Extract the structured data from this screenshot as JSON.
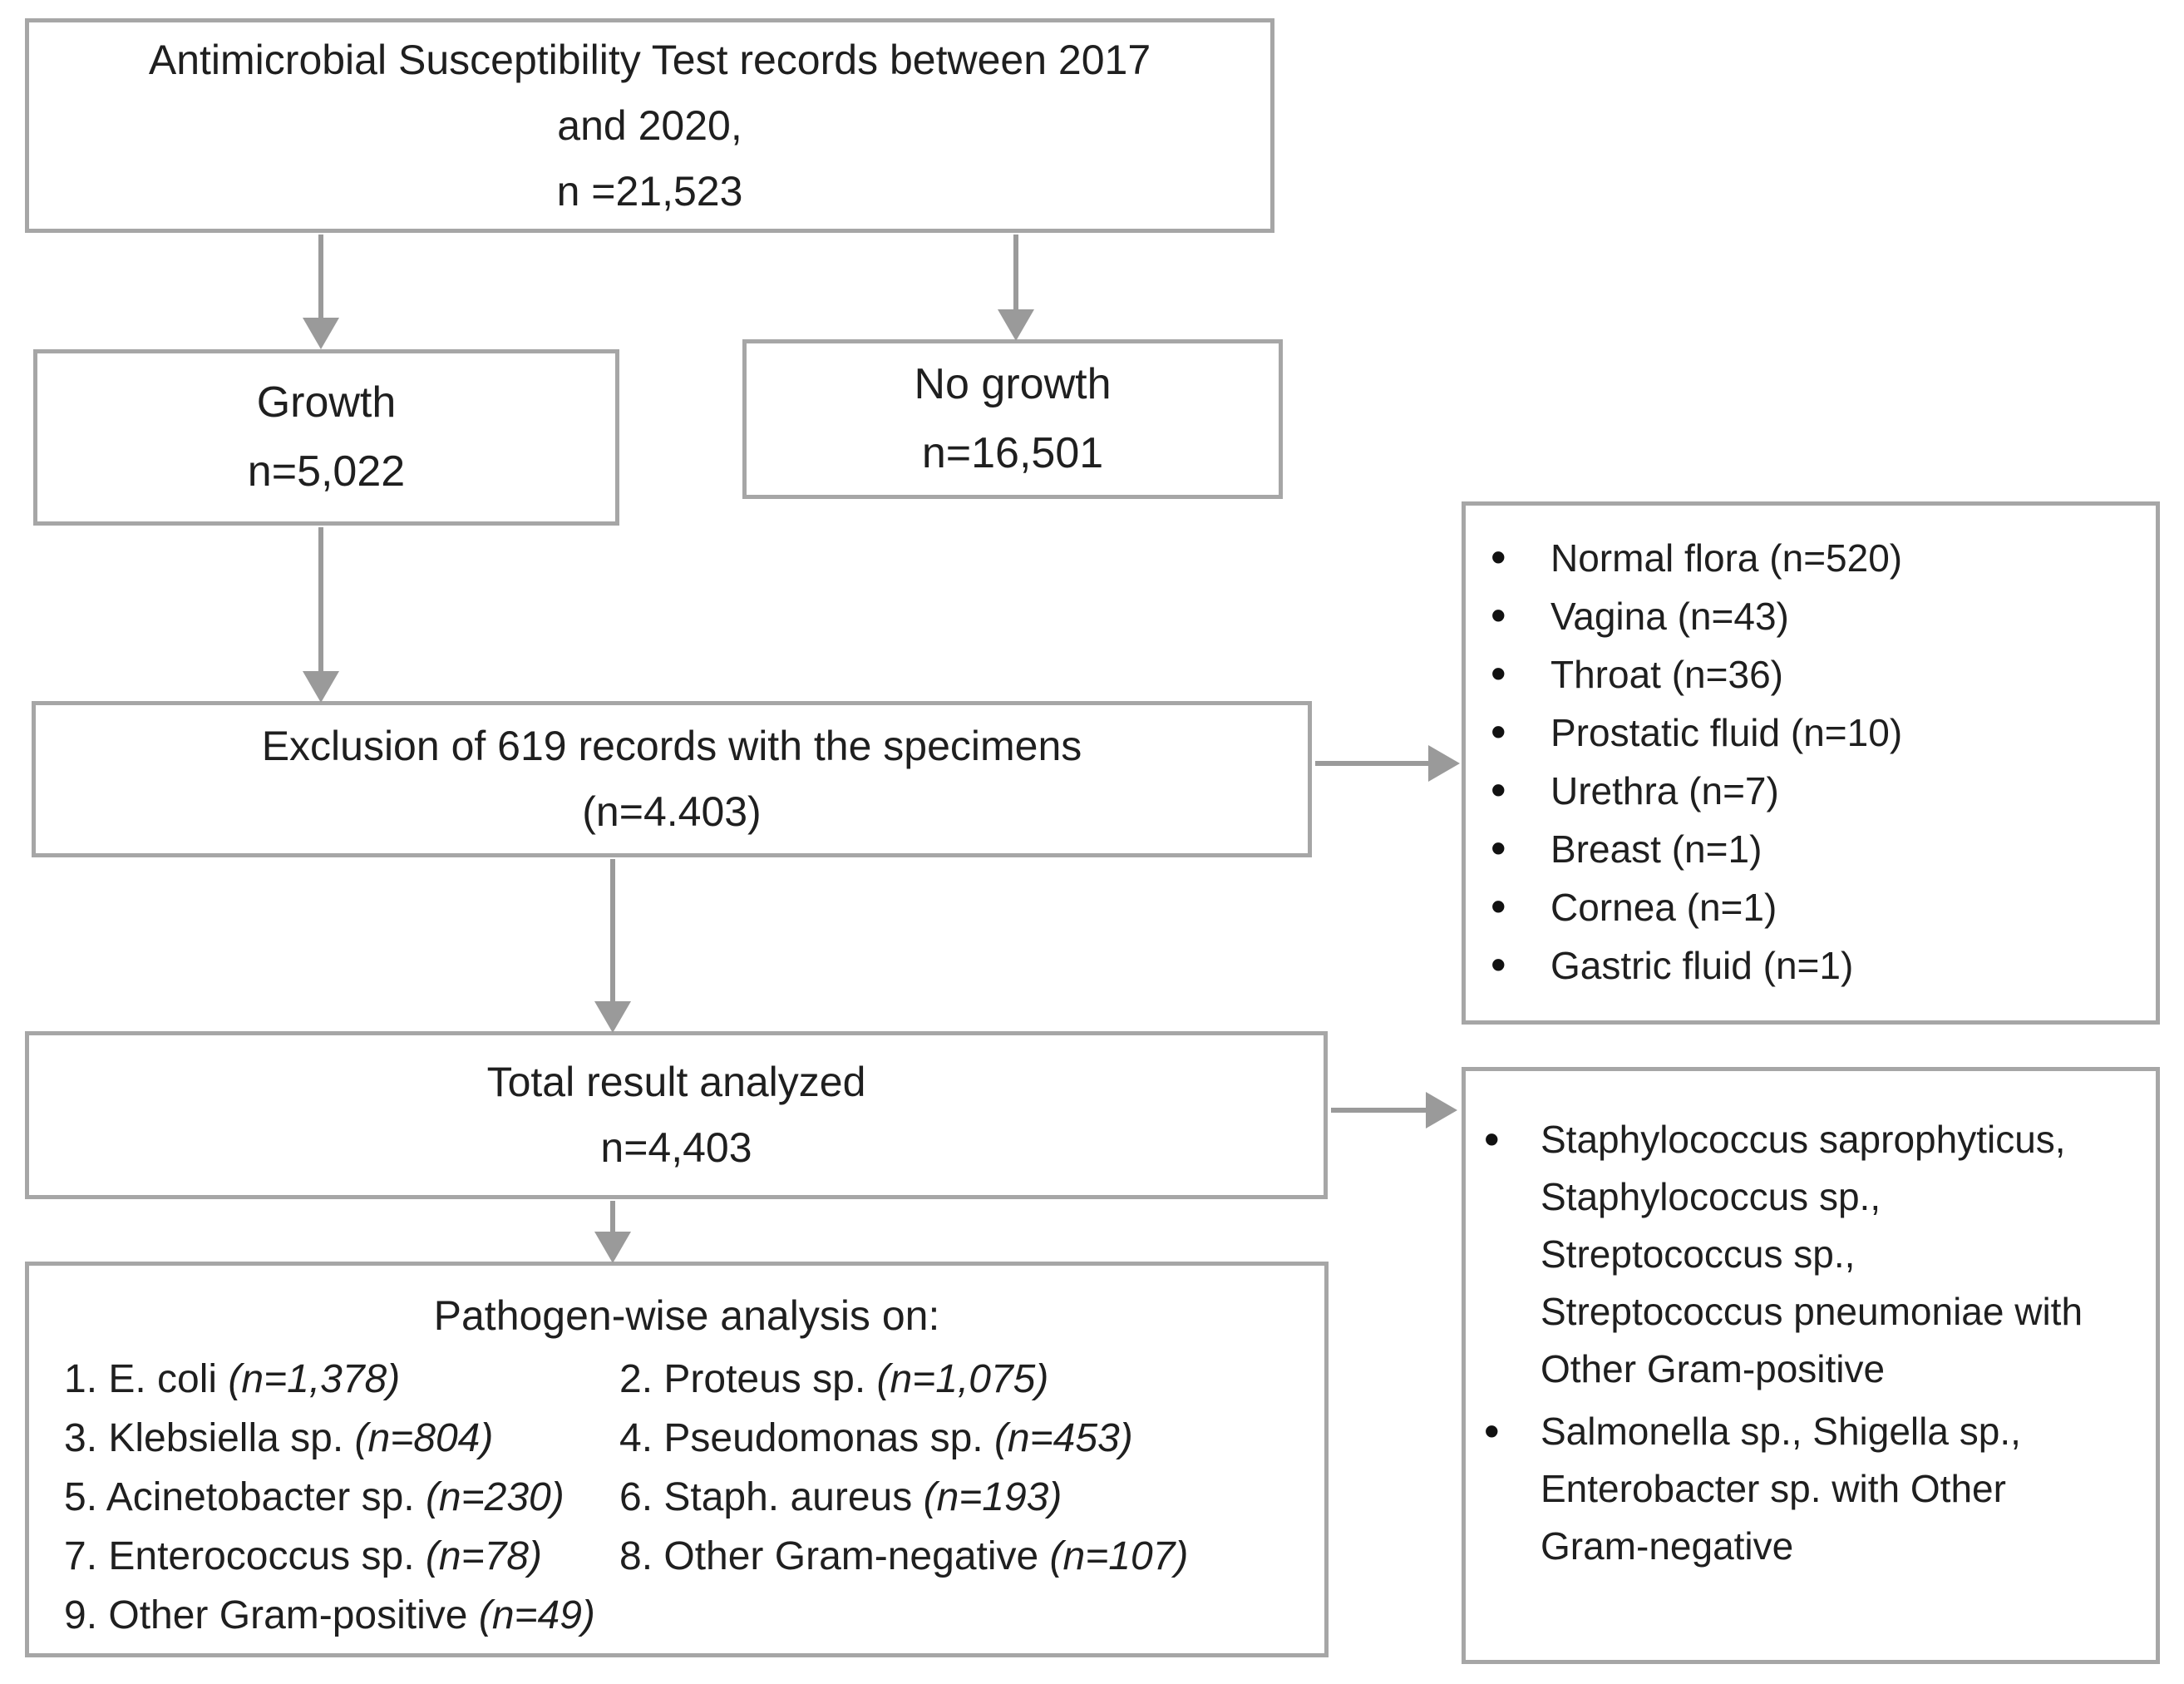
{
  "figure": {
    "records_box": {
      "line1": "Antimicrobial Susceptibility Test records between 2017",
      "line2": "and 2020,",
      "line3": "n =21,523"
    },
    "growth_box": {
      "line1": "Growth",
      "line2": "n=5,022"
    },
    "no_growth_box": {
      "line1": "No growth",
      "line2": "n=16,501"
    },
    "exclusion_box": {
      "line1": "Exclusion of 619 records with the specimens",
      "line2": "(n=4.403)"
    },
    "specimens_box": {
      "items": [
        "Normal flora (n=520)",
        "Vagina (n=43)",
        "Throat (n=36)",
        "Prostatic fluid (n=10)",
        "Urethra (n=7)",
        "Breast (n=1)",
        "Cornea (n=1)",
        "Gastric fluid (n=1)"
      ]
    },
    "total_box": {
      "line1": "Total result analyzed",
      "line2": "n=4,403"
    },
    "pathogen_box": {
      "title": "Pathogen-wise analysis on:",
      "items": [
        {
          "label": "1. E. coli ",
          "n": "(n=1,378)"
        },
        {
          "label": "2. Proteus sp. ",
          "n": "(n=1,075)"
        },
        {
          "label": "3. Klebsiella sp. ",
          "n": "(n=804)"
        },
        {
          "label": "4. Pseudomonas sp. ",
          "n": "(n=453)"
        },
        {
          "label": "5. Acinetobacter sp. ",
          "n": "(n=230)"
        },
        {
          "label": "6. Staph. aureus ",
          "n": "(n=193)"
        },
        {
          "label": "7. Enterococcus sp. ",
          "n": "(n=78)"
        },
        {
          "label": "8. Other Gram-negative ",
          "n": "(n=107)"
        },
        {
          "label": "9. Other Gram-positive ",
          "n": "(n=49)"
        }
      ]
    },
    "groups_box": {
      "items": [
        "Staphylococcus saprophyticus, Staphylococcus sp., Streptococcus sp., Streptococcus pneumoniae with Other Gram-positive",
        "Salmonella sp., Shigella sp., Enterobacter sp. with Other Gram-negative"
      ]
    },
    "style": {
      "border_color": "#a6a6a6",
      "arrow_color": "#9a9a9a",
      "text_color": "#1f1f1f",
      "background": "#ffffff"
    }
  }
}
